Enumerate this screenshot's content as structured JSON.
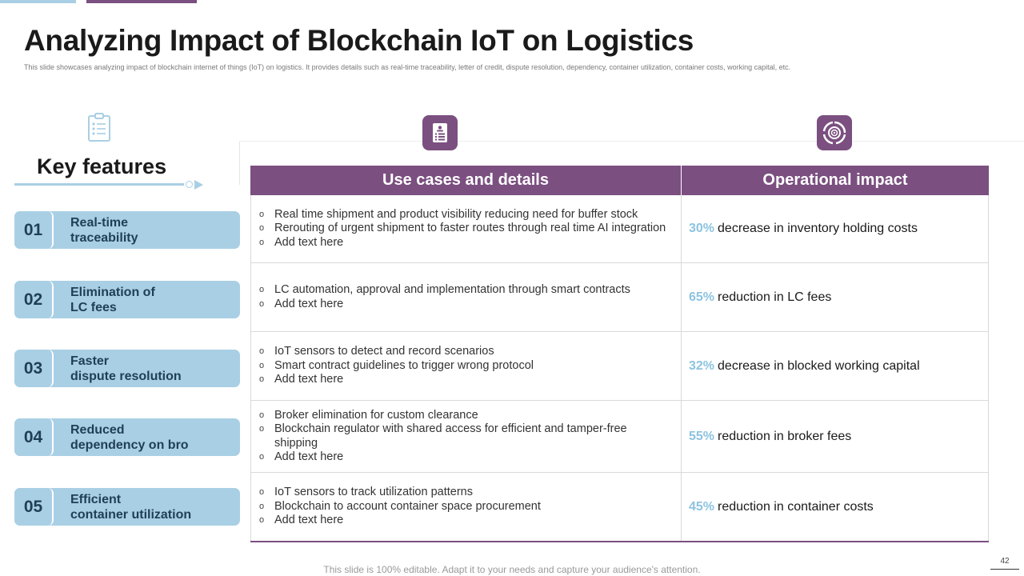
{
  "title": "Analyzing Impact of Blockchain IoT on Logistics",
  "subtitle": "This slide showcases analyzing impact of blockchain internet of things (IoT) on logistics. It provides details such as real-time traceability, letter of credit, dispute resolution, dependency, container utilization, container costs, working capital, etc.",
  "key_features": {
    "title": "Key features",
    "items": [
      {
        "num": "01",
        "label": "Real-time\ntraceability"
      },
      {
        "num": "02",
        "label": "Elimination of\nLC fees"
      },
      {
        "num": "03",
        "label": "Faster\ndispute resolution"
      },
      {
        "num": "04",
        "label": "Reduced\ndependency on bro"
      },
      {
        "num": "05",
        "label": "Efficient\ncontainer utilization"
      }
    ]
  },
  "table": {
    "headers": [
      "Use cases and details",
      "Operational impact"
    ],
    "rows": [
      {
        "details": [
          "Real time shipment and product visibility reducing need for buffer stock",
          "Rerouting of urgent shipment to faster routes through real time AI integration",
          "Add text here"
        ],
        "pct": "30%",
        "impact": "decrease in inventory  holding costs"
      },
      {
        "details": [
          "LC automation, approval and implementation through smart contracts",
          "Add text here"
        ],
        "pct": "65%",
        "impact": "reduction in LC fees"
      },
      {
        "details": [
          "IoT sensors to detect and record scenarios",
          "Smart contract guidelines to trigger wrong protocol",
          "Add text here"
        ],
        "pct": "32%",
        "impact": "decrease in blocked working capital"
      },
      {
        "details": [
          "Broker elimination for custom clearance",
          "Blockchain regulator with shared access for efficient and tamper-free shipping",
          "Add text here"
        ],
        "pct": "55%",
        "impact": "reduction in broker fees"
      },
      {
        "details": [
          "IoT sensors to track utilization patterns",
          "Blockchain to account container space procurement",
          "Add text here"
        ],
        "pct": "45%",
        "impact": "reduction in container costs"
      }
    ]
  },
  "footer": "This slide is 100% editable. Adapt it to your needs and capture your audience's attention.",
  "page_number": "42",
  "colors": {
    "accent": "#7b4f80",
    "light_blue": "#a9cfe4",
    "percent": "#8cc3e0"
  },
  "icons": [
    "clipboard-icon",
    "document-list-icon",
    "target-cycle-icon"
  ]
}
